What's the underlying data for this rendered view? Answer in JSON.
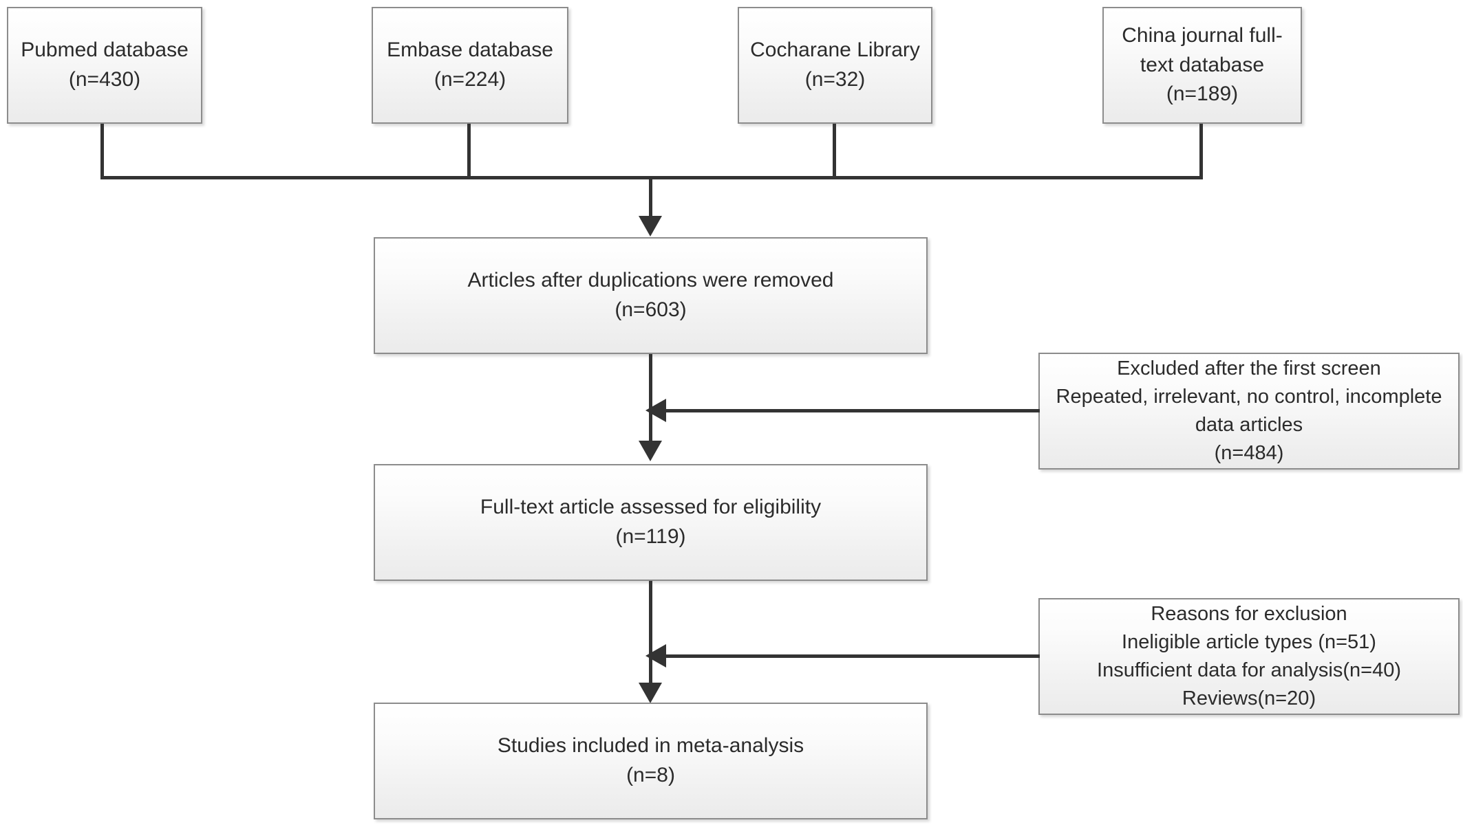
{
  "diagram": {
    "type": "prisma-flow-diagram",
    "title": "",
    "colors": {
      "box_border": "#8c8c8c",
      "box_fill_top": "#ffffff",
      "box_fill_bottom": "#ebebeb",
      "connector": "#333333",
      "text": "#2b2b2b",
      "background": "#ffffff"
    },
    "sources": [
      {
        "id": "pubmed",
        "name": "Pubmed database",
        "count": "(n=430)",
        "text": "Pubmed database\n(n=430)"
      },
      {
        "id": "embase",
        "name": "Embase database",
        "count": "(n=224)",
        "text": "Embase database\n(n=224)"
      },
      {
        "id": "cochrane",
        "name": "Cocharane Library",
        "count": "(n=32)",
        "text": "Cocharane Library\n(n=32)"
      },
      {
        "id": "china",
        "name": "China journal full-text database",
        "count": "(n=189)",
        "text": "China journal full-\ntext database\n(n=189)"
      }
    ],
    "stages": [
      {
        "id": "dedup",
        "name": "Articles after duplications were removed",
        "count": "(n=603)",
        "text": "Articles after duplications were removed\n(n=603)"
      },
      {
        "id": "fulltext",
        "name": "Full-text article assessed for eligibility",
        "count": "(n=119)",
        "text": "Full-text article assessed for eligibility\n(n=119)"
      },
      {
        "id": "included",
        "name": "Studies included in meta-analysis",
        "count": "(n=8)",
        "text": "Studies included in meta-analysis\n(n=8)"
      }
    ],
    "exclusions": [
      {
        "id": "first-screen",
        "heading": "Excluded after the first screen",
        "reasons": "Repeated, irrelevant, no control, incomplete data articles",
        "count": "(n=484)",
        "text": "Excluded after the first screen\nRepeated, irrelevant, no control, incomplete\ndata articles\n(n=484)"
      },
      {
        "id": "eligibility",
        "heading": "Reasons for exclusion",
        "reason_1": "Ineligible article types (n=51)",
        "reason_2": "Insufficient data for analysis(n=40)",
        "reason_3": "Reviews(n=20)",
        "text": "Reasons for exclusion\nIneligible article types (n=51)\nInsufficient data for analysis(n=40)\nReviews(n=20)"
      }
    ],
    "counts": {
      "pubmed": 430,
      "embase": 224,
      "cochrane": 32,
      "china_journal": 189,
      "after_duplicates_removed": 603,
      "excluded_first_screen": 484,
      "full_text_assessed": 119,
      "ineligible_article_types": 51,
      "insufficient_data": 40,
      "reviews": 20,
      "included_in_meta_analysis": 8
    }
  }
}
